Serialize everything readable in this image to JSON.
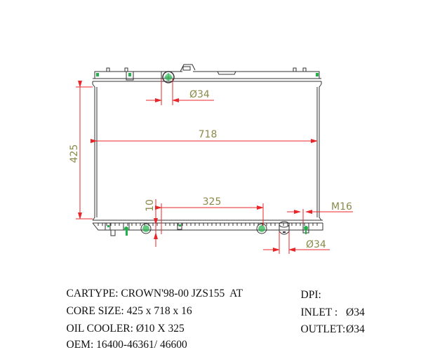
{
  "drawing": {
    "colors": {
      "outline": "#333333",
      "dimension": "#e8262a",
      "dimension_text": "#8a8a4a",
      "fitting": "#22b14c"
    },
    "dimensions": {
      "height_label": "425",
      "width_label": "718",
      "inlet_label": "Ø34",
      "oil_cooler_offset_label": "10",
      "oil_cooler_length_label": "325",
      "drain_label": "M16",
      "outlet_label": "Ø34"
    }
  },
  "specs": {
    "left": [
      {
        "label": "CARTYPE:",
        "value": "CROWN'98-00 JZS155  AT"
      },
      {
        "label": "CORE SIZE:",
        "value": "425 x 718 x 16"
      },
      {
        "label": "OIL COOLER:",
        "value": "Ø10 X 325"
      },
      {
        "label": "OEM:",
        "value": "16400-46361/ 46600"
      }
    ],
    "right": [
      {
        "label": "DPI:",
        "value": ""
      },
      {
        "label": "INLET :",
        "value": "Ø34"
      },
      {
        "label": "OUTLET:",
        "value": "Ø34"
      }
    ]
  }
}
